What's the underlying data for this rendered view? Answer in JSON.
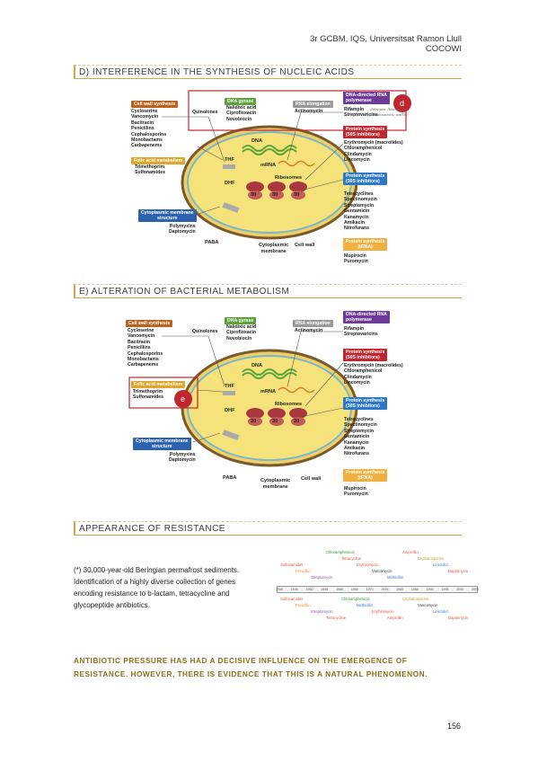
{
  "header": {
    "line1": "3r GCBM, IQS, Universitsat Ramon Llull",
    "line2": "COCOWI"
  },
  "sections": {
    "d": "D) INTERFERENCE IN THE SYNTHESIS OF NUCLEIC ACIDS",
    "e": "E) ALTERATION OF BACTERIAL METABOLISM",
    "appearance": "APPEARANCE OF RESISTANCE"
  },
  "figure": {
    "cell_wall_title": "Cell wall synthesis",
    "cell_wall_drugs": "Cycloserine\nVancomycin\nBacitracin\nPenicillins\nCephalosporins\nMonobactams\nCarbapenems",
    "folic_title": "Folic acid metabolism",
    "folic_drugs": "Trimethoprim\nSulfonamides",
    "membrane_title": "Cytoplasmic membrane\nstructure",
    "membrane_drugs": "Polymyxins\nDaptomycin",
    "gyrase_title": "DNA gyrase",
    "quinolones": "Quinolones",
    "gyrase_drugs": "Nalidixic acid\nCiprofloxacin\nNovobiocin",
    "elong_title": "RNA elongation",
    "elong_drugs": "Actinomycin",
    "rnapol_title": "DNA-directed RNA\npolymerase",
    "rnapol_drugs": "Rifampin\nStreptovaricins",
    "p50_title": "Protein synthesis\n(50S inhibitors)",
    "p50_drugs": "Erythromycin (macrolides)\nChloramphenicol\nClindamycin\nLincomycin",
    "p30_title": "Protein synthesis\n(30S inhibitors)",
    "p30_drugs": "Tetracyclines\nSpectinomycin\nStreptomycin\nGentamicin\nKanamycin\nAmikacin\nNitrofurans",
    "trna_title": "Protein synthesis\n(tRNA)",
    "trna_drugs": "Mupirocin\nPuromycin",
    "dna": "DNA",
    "mrna": "mRNA",
    "thf": "THF",
    "dhf": "DHF",
    "ribosomes": "Ribosomes",
    "paba": "PABA",
    "cyto_membrane": "Cytoplasmic\nmembrane",
    "cell_wall": "Cell wall",
    "s50": "50",
    "s30": "30",
    "badge_d": "d",
    "badge_e": "e",
    "handwriting": "(Rifampin: Rifamycin;\nStreptovaricins: antiTB)"
  },
  "timeline": {
    "years": [
      "1940",
      "1945",
      "1950",
      "1955",
      "1960",
      "1965",
      "1970",
      "1975",
      "1980",
      "1985",
      "1990",
      "1995",
      "2000",
      "2005"
    ],
    "top": [
      {
        "name": "Sulfonamides",
        "color": "#e0553b"
      },
      {
        "name": "Penicillin",
        "color": "#f08a2a"
      },
      {
        "name": "Streptomycin",
        "color": "#8a4fb0"
      },
      {
        "name": "Chloramphenicol",
        "color": "#3a8a3a"
      },
      {
        "name": "Tetracycline",
        "color": "#e0553b"
      },
      {
        "name": "Erythromycin",
        "color": "#e0553b"
      },
      {
        "name": "Vancomycin",
        "color": "#333333"
      },
      {
        "name": "Methicillin",
        "color": "#3a7ad1"
      },
      {
        "name": "Ampicillin",
        "color": "#e0553b"
      },
      {
        "name": "Cephalosporins",
        "color": "#c9a02a"
      },
      {
        "name": "Linezolid",
        "color": "#3a7ad1"
      },
      {
        "name": "Daptomycin",
        "color": "#e0553b"
      }
    ],
    "bottom": [
      {
        "name": "Sulfonamides",
        "color": "#e0553b"
      },
      {
        "name": "Penicillin",
        "color": "#f08a2a"
      },
      {
        "name": "Streptomycin",
        "color": "#8a4fb0"
      },
      {
        "name": "Tetracycline",
        "color": "#e0553b"
      },
      {
        "name": "Chloramphenicol",
        "color": "#3a8a3a"
      },
      {
        "name": "Methicillin",
        "color": "#3a7ad1"
      },
      {
        "name": "Erythromycin",
        "color": "#e0553b"
      },
      {
        "name": "Ampicillin",
        "color": "#e0553b"
      },
      {
        "name": "Cephalosporins",
        "color": "#c9a02a"
      },
      {
        "name": "Vancomycin",
        "color": "#333333"
      },
      {
        "name": "Linezolid",
        "color": "#3a7ad1"
      },
      {
        "name": "Daptomycin",
        "color": "#e0553b"
      }
    ]
  },
  "note": "(*) 30,000-year-old Beringian permafrost sediments. Identification of a highly diverse collection of genes encoding resistance to b-lactam, tetracycline and glycopeptide antibiotics.",
  "conclusion": "ANTIBIOTIC PRESSURE HAS HAD A DECISIVE INFLUENCE ON THE EMERGENCE OF RESISTANCE. HOWEVER, THERE IS EVIDENCE THAT THIS IS A NATURAL PHENOMENON.",
  "page_number": "156",
  "colors": {
    "accent": "#d8a24a",
    "conclusion": "#8a6f1a",
    "highlight": "#c0262d"
  }
}
